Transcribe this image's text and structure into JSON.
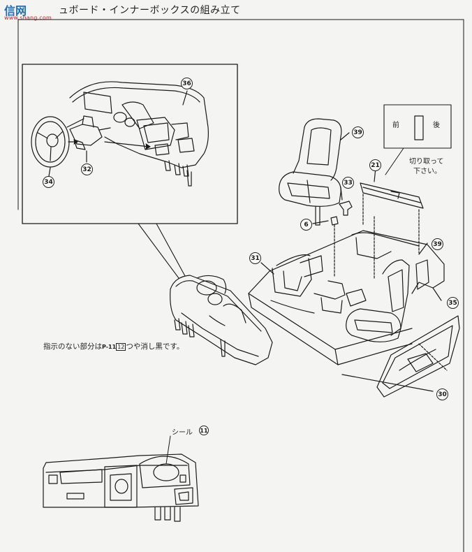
{
  "header": {
    "title": "ュボード・インナーボックスの組み立て",
    "watermark_main": "信网",
    "watermark_url": "www.shang.com"
  },
  "callouts": {
    "c36": "36",
    "c32": "32",
    "c34": "34",
    "c39a": "39",
    "c33": "33",
    "c21": "21",
    "c6": "6",
    "c31": "31",
    "c39b": "39",
    "c35": "35",
    "c30": "30",
    "c11": "11"
  },
  "labels": {
    "front": "前",
    "rear": "後",
    "cut_note_line1": "切り取って",
    "cut_note_line2": "下さい。",
    "paint_note": "指示のない部分は",
    "paint_note_code": "P-11",
    "paint_note_num": "12",
    "paint_note_end": "つや消し黒です。",
    "seal_label": "シール"
  },
  "colors": {
    "line": "#1a1a1a",
    "paper": "#f4f4f2",
    "watermark_blue": "#1c6fc0",
    "watermark_red": "#d0202a"
  }
}
